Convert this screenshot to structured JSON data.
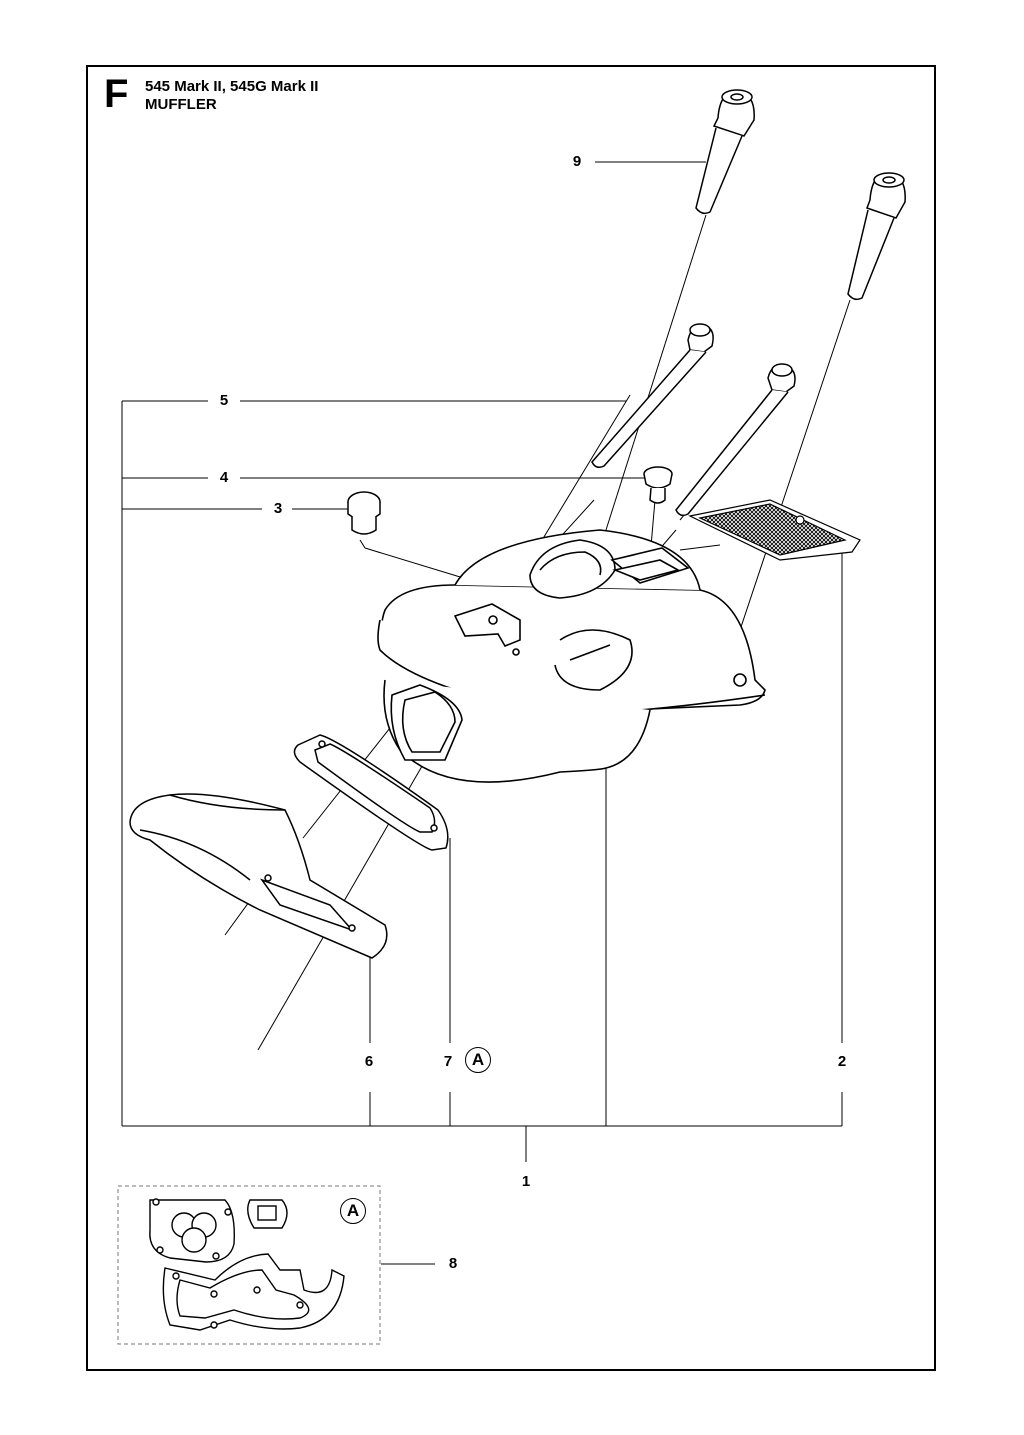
{
  "header": {
    "section_letter": "F",
    "model_line": "545 Mark II, 545G Mark II",
    "assembly_name": "MUFFLER"
  },
  "callouts": {
    "c1": "1",
    "c2": "2",
    "c3": "3",
    "c4": "4",
    "c5": "5",
    "c6": "6",
    "c7": "7",
    "c8": "8",
    "c9": "9"
  },
  "kit_tags": {
    "main": "A",
    "inset": "A"
  }
}
